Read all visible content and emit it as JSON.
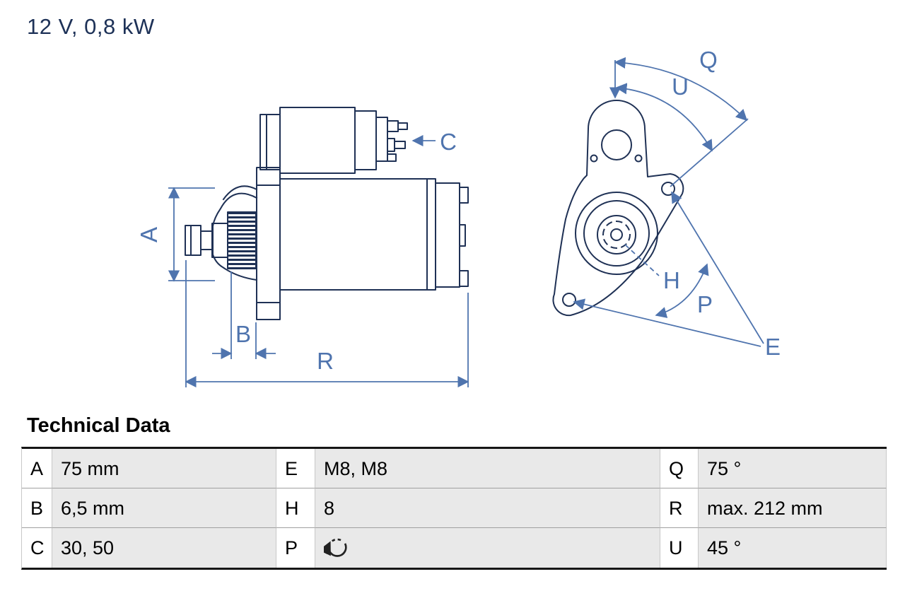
{
  "title": "12 V, 0,8 kW",
  "diagram": {
    "labels": {
      "A": "A",
      "B": "B",
      "C": "C",
      "R": "R",
      "Q": "Q",
      "U": "U",
      "H": "H",
      "P": "P",
      "E": "E"
    },
    "colors": {
      "outline": "#1f3155",
      "dimension": "#4f74ae"
    }
  },
  "table": {
    "heading": "Technical Data",
    "rows": [
      [
        {
          "key": "A",
          "value": "75 mm"
        },
        {
          "key": "E",
          "value": "M8, M8"
        },
        {
          "key": "Q",
          "value": "75 °"
        }
      ],
      [
        {
          "key": "B",
          "value": "6,5 mm"
        },
        {
          "key": "H",
          "value": "8"
        },
        {
          "key": "R",
          "value": "max. 212 mm"
        }
      ],
      [
        {
          "key": "C",
          "value": "30, 50"
        },
        {
          "key": "P",
          "value": "",
          "icon": "counterclockwise-rotation-icon"
        },
        {
          "key": "U",
          "value": "45 °"
        }
      ]
    ]
  }
}
